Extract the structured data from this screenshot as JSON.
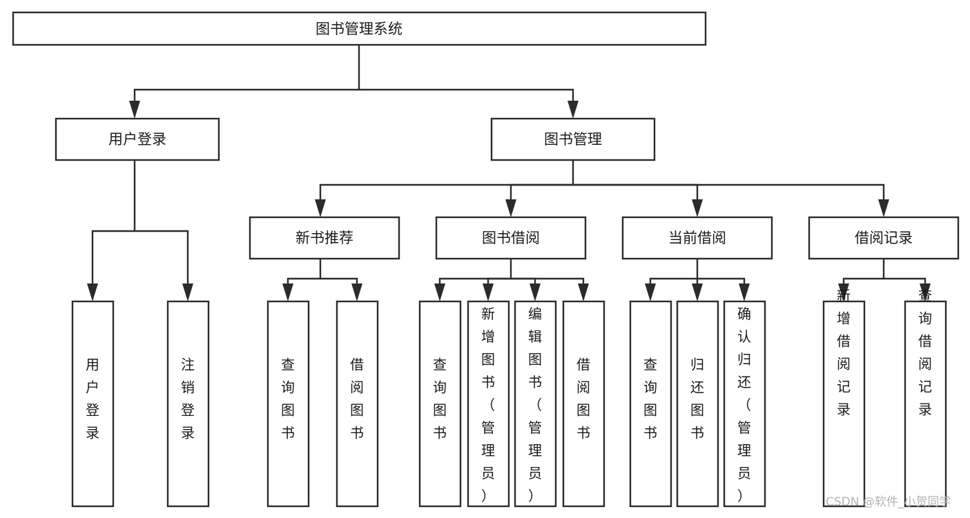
{
  "diagram": {
    "title": "图书管理系统",
    "type": "tree-hierarchy-chart",
    "colors": {
      "stroke": "#2b2b2b",
      "fill": "#ffffff",
      "text": "#1a1a1a",
      "watermark": "#b3b3b3"
    },
    "root": {
      "label": "图书管理系统"
    },
    "level2": [
      {
        "label": "用户登录"
      },
      {
        "label": "图书管理"
      }
    ],
    "level3": [
      {
        "label": "新书推荐"
      },
      {
        "label": "图书借阅"
      },
      {
        "label": "当前借阅"
      },
      {
        "label": "借阅记录"
      }
    ],
    "leaves": {
      "user_login": [
        {
          "label": "用户登录"
        },
        {
          "label": "注销登录"
        }
      ],
      "new_book_recommend": [
        {
          "label": "查询图书"
        },
        {
          "label": "借阅图书"
        }
      ],
      "book_borrow": [
        {
          "label": "查询图书"
        },
        {
          "label": "新增图书（管理员）"
        },
        {
          "label": "编辑图书（管理员）"
        },
        {
          "label": "借阅图书"
        }
      ],
      "current_borrow": [
        {
          "label": "查询图书"
        },
        {
          "label": "归还图书"
        },
        {
          "label": "确认归还（管理员）"
        }
      ],
      "borrow_record": [
        {
          "label": "新增借阅记录"
        },
        {
          "label": "查询借阅记录"
        }
      ]
    }
  },
  "watermark": {
    "text": "CSDN @软件_小贺同学"
  }
}
